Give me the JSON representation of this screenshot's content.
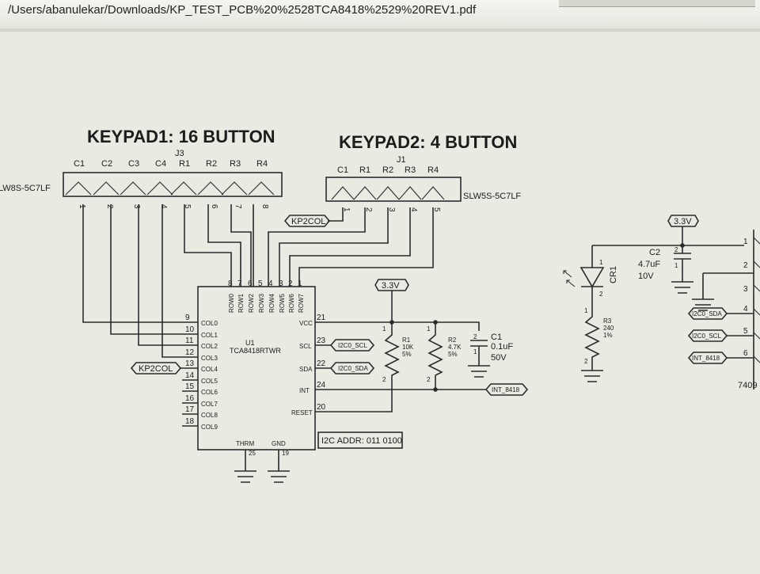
{
  "window": {
    "title": "/Users/abanulekar/Downloads/KP_TEST_PCB%20%2528TCA8418%2529%20REV1.pdf"
  },
  "schematic": {
    "keypad1": {
      "heading": "KEYPAD1: 16 BUTTON",
      "ref": "J3",
      "part": "LW8S-5C7LF",
      "labels": [
        "C1",
        "C2",
        "C3",
        "C4",
        "R1",
        "R2",
        "R3",
        "R4"
      ],
      "pins": [
        "1",
        "2",
        "3",
        "4",
        "5",
        "6",
        "7",
        "8"
      ]
    },
    "keypad2": {
      "heading": "KEYPAD2: 4 BUTTON",
      "ref": "J1",
      "part": "SLW5S-5C7LF",
      "labels": [
        "C1",
        "R1",
        "R2",
        "R3",
        "R4"
      ],
      "pins": [
        "1",
        "2",
        "3",
        "4",
        "5"
      ]
    },
    "u1": {
      "ref": "U1",
      "part": "TCA8418RTWR",
      "row_names": [
        "ROW0",
        "ROW1",
        "ROW2",
        "ROW3",
        "ROW4",
        "ROW5",
        "ROW6",
        "ROW7"
      ],
      "row_pins": [
        "8",
        "7",
        "6",
        "5",
        "4",
        "3",
        "2",
        "1"
      ],
      "col_names": [
        "COL0",
        "COL1",
        "COL2",
        "COL3",
        "COL4",
        "COL5",
        "COL6",
        "COL7",
        "COL8",
        "COL9"
      ],
      "col_pins": [
        "9",
        "10",
        "11",
        "12",
        "13",
        "14",
        "15",
        "16",
        "17",
        "18"
      ],
      "right_names": [
        "VCC",
        "SCL",
        "SDA",
        "INT",
        "RESET"
      ],
      "right_pins": [
        "21",
        "23",
        "22",
        "24",
        "20"
      ],
      "bottom_names": [
        "THRM",
        "GND"
      ],
      "bottom_pins": [
        "25",
        "19"
      ]
    },
    "power_label": "3.3V",
    "r1": {
      "ref": "R1",
      "value": "10K",
      "tol": "5%",
      "pin_top": "1",
      "pin_bot": "2"
    },
    "r2": {
      "ref": "R2",
      "value": "4.7K",
      "tol": "5%",
      "pin_top": "1",
      "pin_bot": "2"
    },
    "c1": {
      "ref": "C1",
      "value": "0.1uF",
      "voltage": "50V",
      "pin_top": "2",
      "pin_bot": "1"
    },
    "c2": {
      "ref": "C2",
      "value": "4.7uF",
      "voltage": "10V",
      "pin_top": "2",
      "pin_bot": "1"
    },
    "r3": {
      "ref": "R3",
      "value": "240",
      "tol": "1%",
      "pin_top": "1",
      "pin_bot": "2"
    },
    "cr1": {
      "ref": "CR1",
      "pin_top": "1",
      "pin_bot": "2"
    },
    "nets": {
      "kp2col": "KP2COL",
      "i2c_scl": "I2C0_SCL",
      "i2c_sda": "I2C0_SDA",
      "int": "INT_8418"
    },
    "i2c_addr": "I2C ADDR: 011 0100",
    "header_pins": [
      "1",
      "2",
      "3",
      "4",
      "5",
      "6"
    ],
    "header_part": "7409"
  }
}
